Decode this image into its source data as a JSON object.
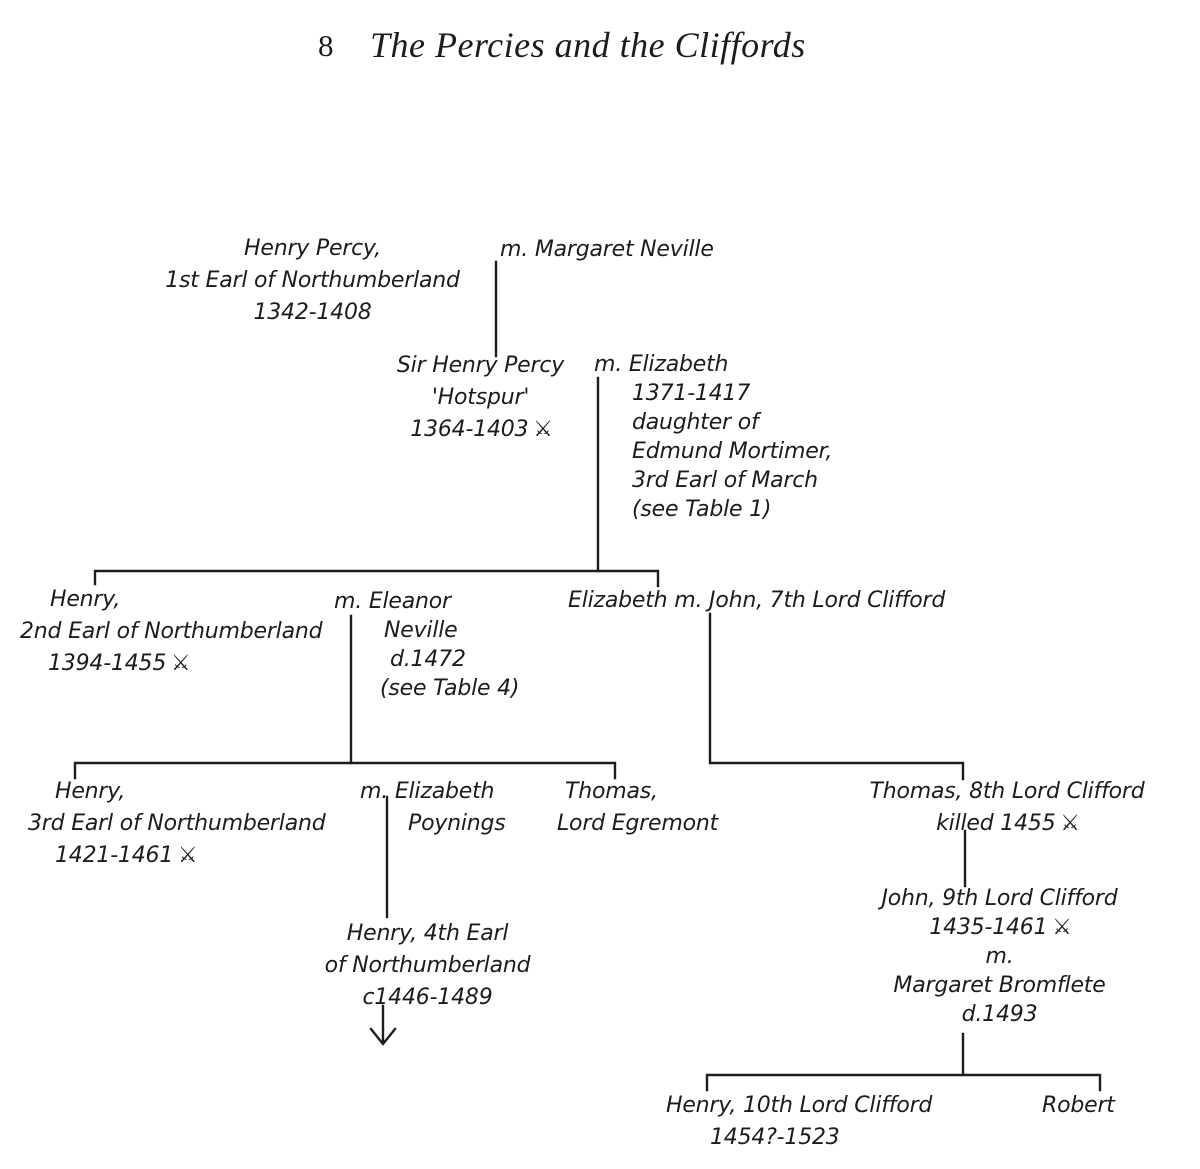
{
  "page": {
    "number": "8",
    "title": "The Percies and the Cliffords"
  },
  "ink_color": "#1c1c1c",
  "background_color": "#ffffff",
  "symbols": {
    "killed_in_battle": "⚔",
    "descent_arrow": "↓"
  },
  "tree": {
    "henry_percy_1st": {
      "name": "Henry Percy,",
      "title": "1st Earl of Northumberland",
      "dates": "1342-1408"
    },
    "margaret_neville": {
      "label": "m. Margaret Neville"
    },
    "hotspur": {
      "name": "Sir Henry Percy",
      "nickname": "'Hotspur'",
      "dates": "1364-1403 ⚔"
    },
    "elizabeth_mortimer": {
      "label": "m. Elizabeth",
      "dates": "1371-1417",
      "line3": "daughter of",
      "line4": "Edmund Mortimer,",
      "line5": "3rd Earl of March",
      "line6": "(see Table 1)"
    },
    "henry_2nd": {
      "name": "Henry,",
      "title": "2nd Earl of Northumberland",
      "dates": "1394-1455 ⚔"
    },
    "eleanor_neville": {
      "label": "m. Eleanor",
      "line2": "Neville",
      "line3": "d.1472",
      "line4": "(see Table 4)"
    },
    "elizabeth_clifford": {
      "label": "Elizabeth m. John, 7th Lord Clifford"
    },
    "henry_3rd": {
      "name": "Henry,",
      "title": "3rd Earl of Northumberland",
      "dates": "1421-1461 ⚔"
    },
    "elizabeth_poynings": {
      "label": "m. Elizabeth",
      "line2": "Poynings"
    },
    "thomas_egremont": {
      "name": "Thomas,",
      "title": "Lord Egremont"
    },
    "henry_4th": {
      "name": "Henry, 4th Earl",
      "title": "of Northumberland",
      "dates": "c1446-1489"
    },
    "thomas_8th": {
      "name": "Thomas, 8th Lord Clifford",
      "dates": "killed 1455 ⚔"
    },
    "john_9th": {
      "name": "John, 9th Lord Clifford",
      "dates": "1435-1461 ⚔",
      "married": "m.",
      "spouse": "Margaret Bromflete",
      "spouse_dates": "d.1493"
    },
    "henry_10th": {
      "name": "Henry, 10th Lord Clifford",
      "dates": "1454?-1523"
    },
    "robert": {
      "name": "Robert"
    }
  }
}
